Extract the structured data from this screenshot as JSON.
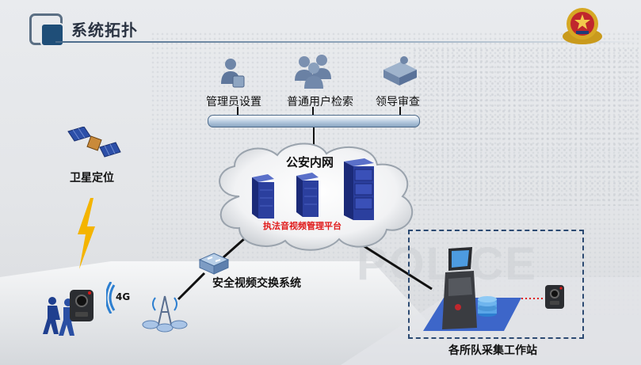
{
  "header": {
    "title": "系统拓扑"
  },
  "top_roles": [
    {
      "label": "管理员设置"
    },
    {
      "label": "普通用户检索"
    },
    {
      "label": "领导审查"
    }
  ],
  "cloud": {
    "title": "公安内网",
    "platform_label": "执法音视频管理平台"
  },
  "satellite": {
    "label": "卫星定位"
  },
  "signal": {
    "label": "4G"
  },
  "switch": {
    "label": "安全视频交换系统"
  },
  "station": {
    "label": "各所队采集工作站"
  },
  "watermark": {
    "text": "POLICE"
  },
  "colors": {
    "accent": "#1f4e78",
    "server": "#2b3f9e",
    "cloud_edge": "#9aa3ad",
    "red": "#e01818"
  }
}
